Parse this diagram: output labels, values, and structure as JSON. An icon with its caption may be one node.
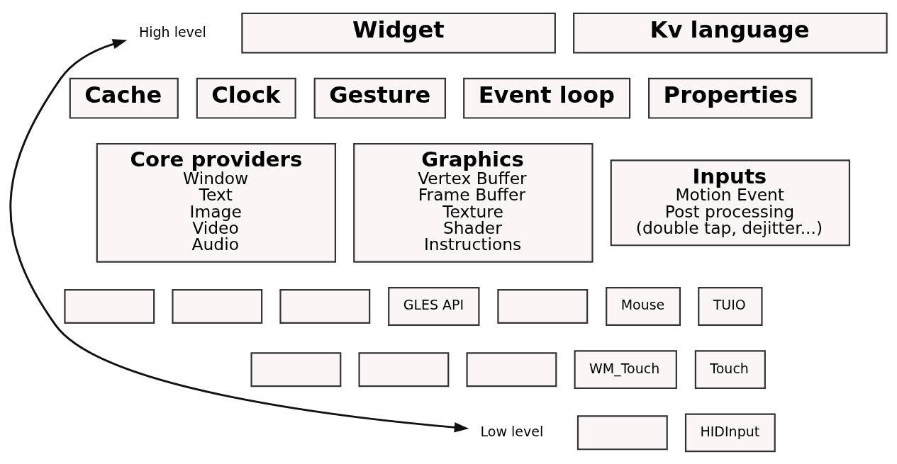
{
  "diagram": {
    "nodes": [
      {
        "text": [
          "High level"
        ]
      },
      {
        "text": [
          "Widget"
        ]
      },
      {
        "text": [
          "Kv language"
        ]
      },
      {
        "text": [
          "Cache"
        ]
      },
      {
        "text": [
          "Clock"
        ]
      },
      {
        "text": [
          "Gesture"
        ]
      },
      {
        "text": [
          "Event loop"
        ]
      },
      {
        "text": [
          "Properties"
        ]
      },
      {
        "text": [
          "Core providers",
          "Window",
          "Text",
          "Image",
          "Video",
          "Audio"
        ]
      },
      {
        "text": [
          "Graphics",
          "Vertex Buffer",
          "Frame Buffer",
          "Texture",
          "Shader",
          "Instructions"
        ]
      },
      {
        "text": [
          "Inputs",
          "Motion Event",
          "Post processing",
          "(double tap, dejitter...)"
        ]
      },
      {
        "text": [],
        "shape": "box"
      },
      {
        "text": [],
        "shape": "box"
      },
      {
        "text": [],
        "shape": "box"
      },
      {
        "text": [
          "GLES API"
        ]
      },
      {
        "text": [],
        "shape": "box"
      },
      {
        "text": [
          "Mouse"
        ]
      },
      {
        "text": [
          "TUIO"
        ]
      },
      {
        "text": [],
        "shape": "box"
      },
      {
        "text": [],
        "shape": "box"
      },
      {
        "text": [],
        "shape": "box"
      },
      {
        "text": [
          "WM_Touch"
        ]
      },
      {
        "text": [
          "Touch"
        ]
      },
      {
        "text": [],
        "shape": "box"
      },
      {
        "text": [
          "HIDInput"
        ]
      },
      {
        "text": [
          "Low level"
        ]
      }
    ],
    "edges": [
      {
        "from": 0,
        "to": 25,
        "arrow": "both"
      }
    ]
  }
}
